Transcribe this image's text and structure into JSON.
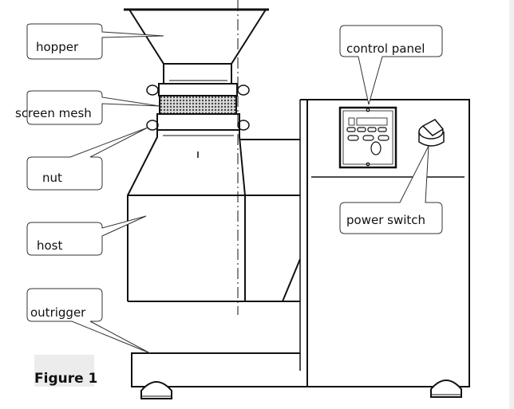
{
  "figure": {
    "caption": "Figure 1",
    "subject": "Machine component diagram"
  },
  "callouts": {
    "hopper": "hopper",
    "screen_mesh": "screen mesh",
    "nut": "nut",
    "host": "host",
    "outrigger": "outrigger",
    "control_panel": "control panel",
    "power_switch": "power switch"
  },
  "colors": {
    "line": "#111111",
    "mesh": "#555555",
    "background": "#ffffff"
  }
}
